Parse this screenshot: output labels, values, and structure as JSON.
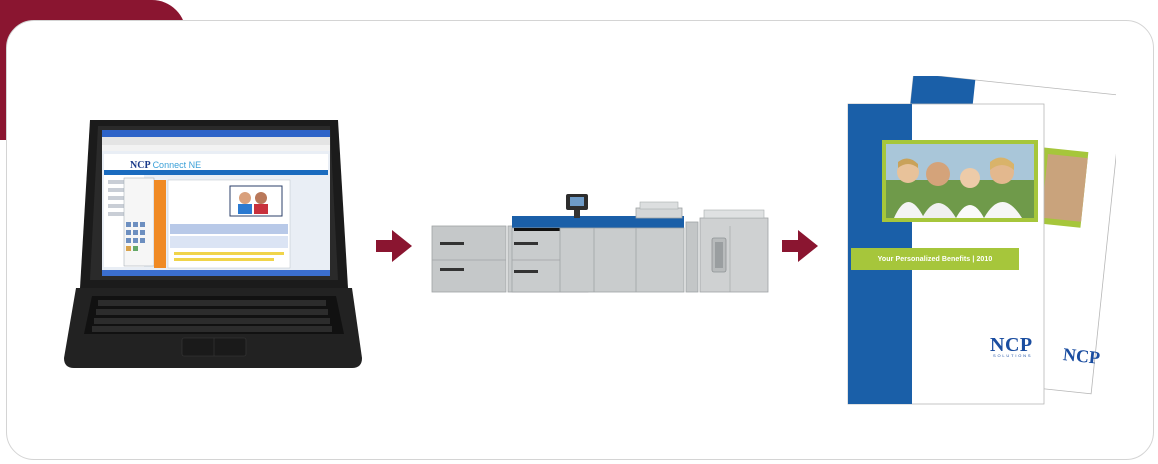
{
  "screen": {
    "brand_name": "NCP",
    "brand_product": "Connect NE"
  },
  "brochure": {
    "title": "Your Personalized Benefits | 2010",
    "logo_text": "NCP",
    "logo_sub": "SOLUTIONS",
    "back_logo_text": "NCP"
  },
  "colors": {
    "accent": "#8a1530",
    "brand_blue": "#1a4da0",
    "brochure_green": "#a6c63b",
    "printer_gray": "#c8cbcc",
    "printer_blue": "#1a5fa8"
  },
  "icons": {
    "arrow": "right-arrow-icon"
  }
}
